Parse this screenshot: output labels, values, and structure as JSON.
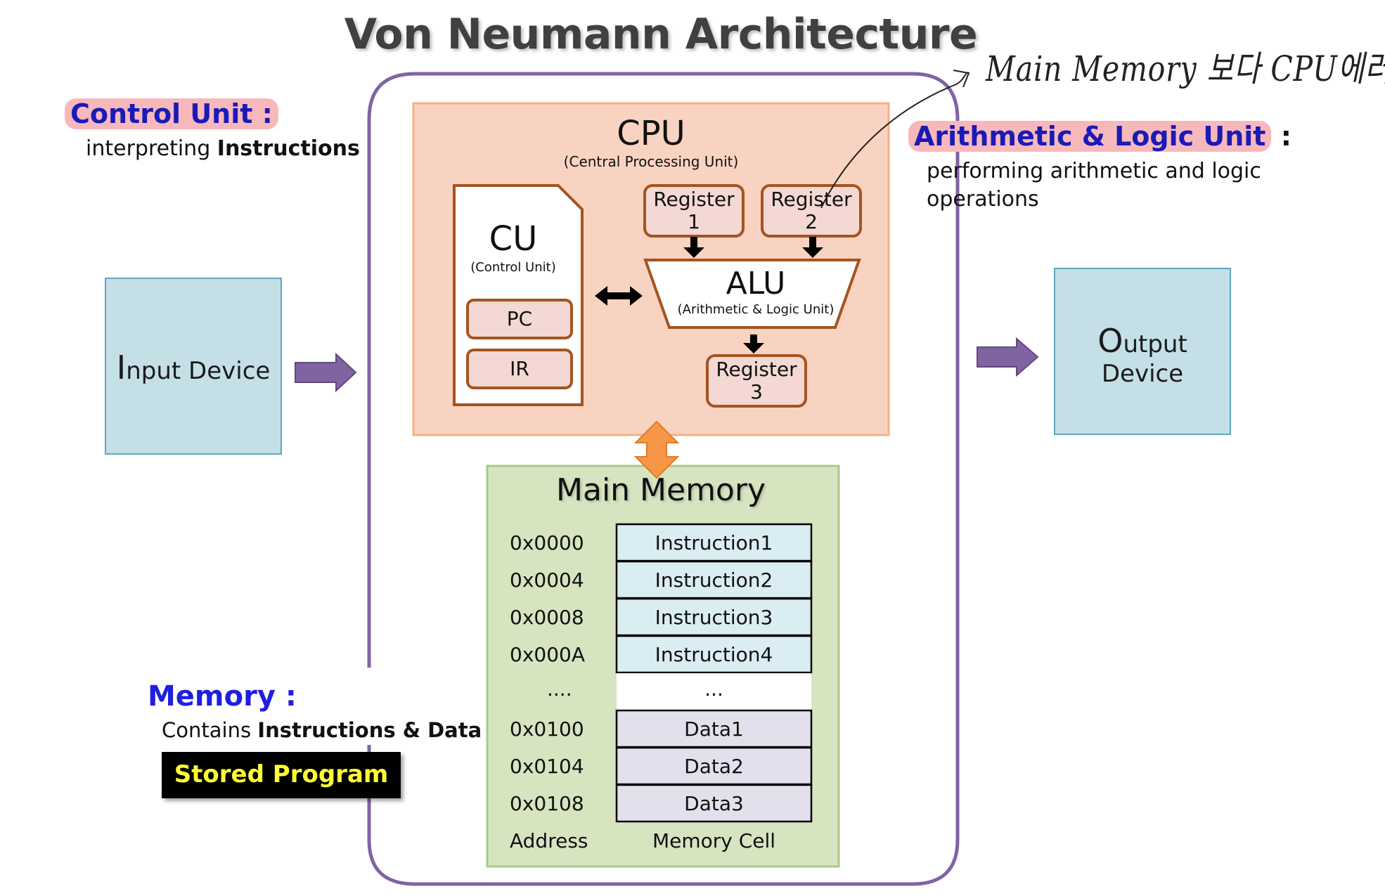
{
  "title": "Von Neumann Architecture",
  "control_unit": {
    "label": "Control Unit :",
    "desc_plain": "interpreting ",
    "desc_bold": "Instructions"
  },
  "alu_note": {
    "label": "Arithmetic & Logic Unit",
    "colon": " :",
    "desc": "performing arithmetic and logic operations"
  },
  "memory_note": {
    "label": "Memory :",
    "desc_plain": "Contains ",
    "desc_bold": "Instructions & Data",
    "stored_program": "Stored Program"
  },
  "input_device": {
    "first_letter": "I",
    "rest": "nput Device"
  },
  "output_device": {
    "first_letter": "O",
    "rest": "utput",
    "line2": "Device"
  },
  "cpu": {
    "title": "CPU",
    "subtitle": "(Central Processing Unit)"
  },
  "cu": {
    "title": "CU",
    "subtitle": "(Control Unit)",
    "pc": "PC",
    "ir": "IR"
  },
  "registers": {
    "r1": [
      "Register",
      "1"
    ],
    "r2": [
      "Register",
      "2"
    ],
    "r3": [
      "Register",
      "3"
    ]
  },
  "alu": {
    "title": "ALU",
    "subtitle": "(Arithmetic & Logic Unit)"
  },
  "main_memory": {
    "title": "Main Memory",
    "rows": [
      {
        "addr": "0x0000",
        "cell": "Instruction1",
        "kind": "instruction"
      },
      {
        "addr": "0x0004",
        "cell": "Instruction2",
        "kind": "instruction"
      },
      {
        "addr": "0x0008",
        "cell": "Instruction3",
        "kind": "instruction"
      },
      {
        "addr": "0x000A",
        "cell": "Instruction4",
        "kind": "instruction"
      },
      {
        "addr": "....",
        "cell": "...",
        "kind": "gap"
      },
      {
        "addr": "0x0100",
        "cell": "Data1",
        "kind": "data"
      },
      {
        "addr": "0x0104",
        "cell": "Data2",
        "kind": "data"
      },
      {
        "addr": "0x0108",
        "cell": "Data3",
        "kind": "data"
      }
    ],
    "addr_header": "Address",
    "cell_header": "Memory Cell"
  },
  "handwritten_note": "Main Memory 보다 CPU에러 가",
  "colors": {
    "system_border": "#8064a2",
    "cpu_fill": "#f9d3c2",
    "cpu_border": "#f4b183",
    "register_border": "#a5541f",
    "memory_fill": "#d7e4c0",
    "memory_border": "#a9c98c",
    "instruction_fill": "#daedf3",
    "data_fill": "#e4dfec",
    "io_fill": "#c5dfe6",
    "arrow_purple": "#8064a2",
    "arrow_orange": "#f79646"
  }
}
